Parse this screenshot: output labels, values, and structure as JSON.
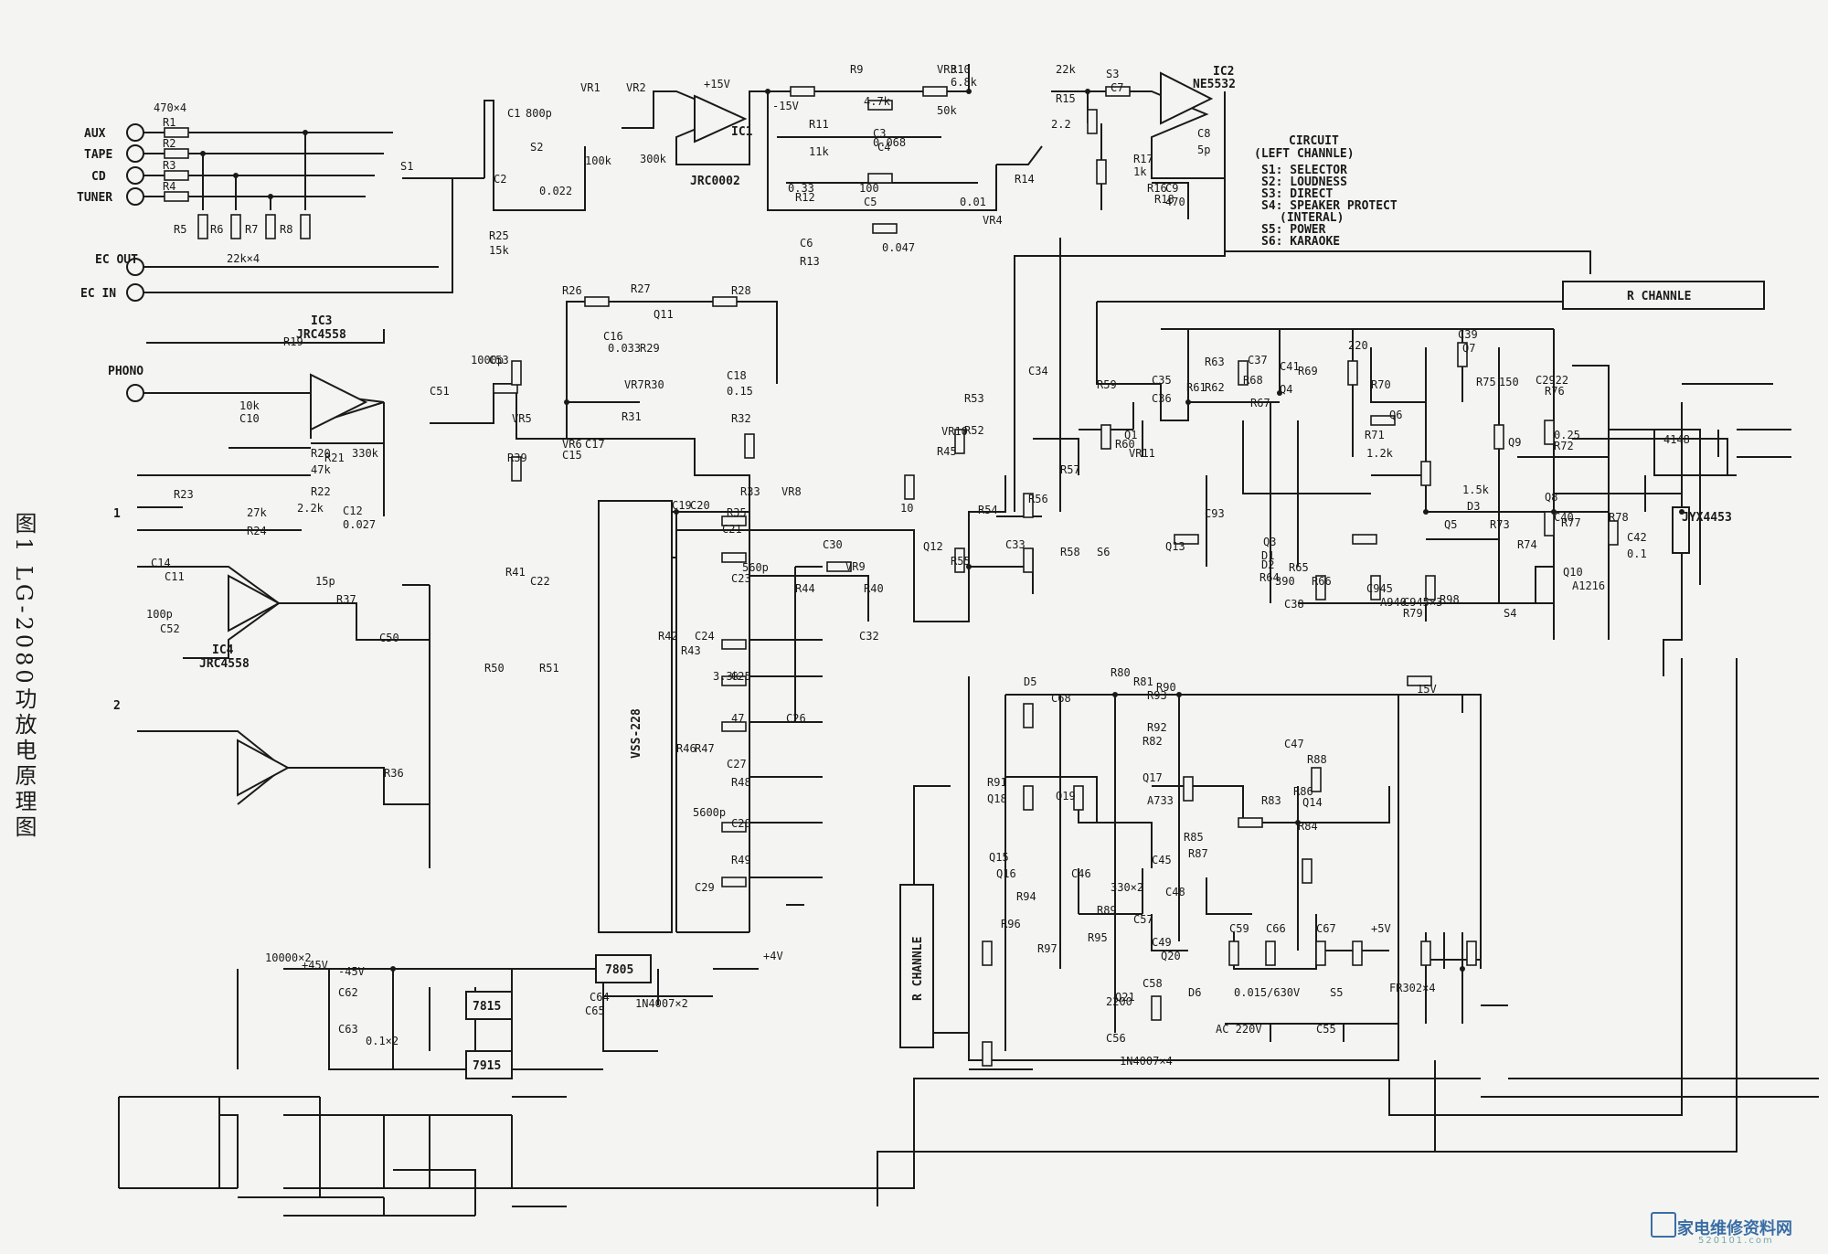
{
  "figure": {
    "caption": "图1 LG-2080功放电原理图",
    "legend_title": "CIRCUIT",
    "legend_subtitle": "(LEFT CHANNLE)",
    "legend_items": [
      "S1: SELECTOR",
      "S2: LOUDNESS",
      "S3: DIRECT",
      "S4: SPEAKER PROTECT",
      "(INTERAL)",
      "S5: POWER",
      "S6: KARAOKE"
    ]
  },
  "inputs": {
    "jacks": [
      "AUX",
      "TAPE",
      "CD",
      "TUNER",
      "EC OUT",
      "EC IN",
      "PHONO"
    ],
    "mic_inputs": [
      "1",
      "2"
    ]
  },
  "blocks": {
    "r_channel_top": "R CHANNLE",
    "r_channel_bottom": "R CHANNLE",
    "vss_chip": "VSS-228",
    "reg_pos": "7815",
    "reg_neg": "7915",
    "reg_5v": "7805",
    "relay": "JYX4453"
  },
  "ics": {
    "ic1": [
      "IC1",
      "JRC0002"
    ],
    "ic2": [
      "IC2",
      "NE5532"
    ],
    "ic3": [
      "IC3",
      "JRC4558"
    ],
    "ic4": [
      "IC4",
      "JRC4558"
    ]
  },
  "labels": [
    "470×4",
    "R1",
    "R2",
    "R3",
    "R4",
    "R5",
    "R6",
    "R7",
    "R8",
    "22k×4",
    "S1",
    "VR1",
    "VR2",
    "C1",
    "800p",
    "S2",
    "C2",
    "0.022",
    "100k",
    "300k",
    "R25",
    "15k",
    "+15V",
    "-15V",
    "R9",
    "4.7k",
    "VR3",
    "50k",
    "R10",
    "6.8k",
    "R11",
    "11k",
    "C3",
    "0.068",
    "C4",
    "0.33",
    "R12",
    "100",
    "C5",
    "0.01",
    "VR4",
    "R13",
    "C6",
    "0.047",
    "R14",
    "22k",
    "R15",
    "S3",
    "C7",
    "2.2",
    "R17",
    "1k",
    "R16",
    "R18",
    "470",
    "C8",
    "5p",
    "C9",
    "R19",
    "10k",
    "C10",
    "R20",
    "47k",
    "R21",
    "330k",
    "R22",
    "2.2k",
    "C12",
    "0.027",
    "R23",
    "27k",
    "R24",
    "C14",
    "C11",
    "100p",
    "C52",
    "15p",
    "R37",
    "C50",
    "R36",
    "C51",
    "1000p",
    "C53",
    "VR5",
    "R39",
    "VR6",
    "C15",
    "R26",
    "R27",
    "Q11",
    "R28",
    "C16",
    "0.033",
    "R29",
    "VR7",
    "R30",
    "R31",
    "C17",
    "C18",
    "0.15",
    "R32",
    "R33",
    "VR8",
    "C19",
    "C20",
    "R35",
    "C21",
    "560p",
    "C23",
    "R41",
    "C22",
    "R42",
    "C24",
    "R43",
    "3.3k",
    "C25",
    "47",
    "C26",
    "R46",
    "R47",
    "C27",
    "R48",
    "5600p",
    "C28",
    "R49",
    "C29",
    "R50",
    "R51",
    "C30",
    "VR9",
    "R40",
    "R44",
    "C32",
    "10",
    "R45",
    "VR10",
    "R52",
    "R53",
    "R54",
    "Q12",
    "R55",
    "C33",
    "R56",
    "R57",
    "R58",
    "S6",
    "C34",
    "R59",
    "R60",
    "C35",
    "C36",
    "Q1",
    "VR11",
    "R61",
    "R62",
    "R63",
    "C37",
    "R68",
    "R67",
    "C41",
    "Q4",
    "R69",
    "220",
    "R70",
    "R71",
    "1.2k",
    "Q6",
    "C39",
    "Q7",
    "R75",
    "150",
    "Q9",
    "C2922",
    "R76",
    "0.25",
    "R72",
    "1.5k",
    "D3",
    "Q5",
    "R73",
    "R74",
    "Q8",
    "C40",
    "R77",
    "R78",
    "C42",
    "0.1",
    "Q10",
    "A1216",
    "Q3",
    "D1",
    "D2",
    "R64",
    "390",
    "R65",
    "R66",
    "C38",
    "C945",
    "A940",
    "C945×3",
    "S4",
    "R98",
    "R79",
    "C93",
    "Q13",
    "4148",
    "15V",
    "D5",
    "C68",
    "R80",
    "R81",
    "R90",
    "R93",
    "R91",
    "Q18",
    "Q19",
    "R92",
    "R82",
    "Q17",
    "A733",
    "C47",
    "R88",
    "R86",
    "Q14",
    "R83",
    "R84",
    "Q15",
    "Q16",
    "R85",
    "R87",
    "C45",
    "C46",
    "330×2",
    "R89",
    "R94",
    "R95",
    "R96",
    "R97",
    "C48",
    "C49",
    "Q20",
    "Q21",
    "D6",
    "1N4007×4",
    "2200",
    "C56",
    "C57",
    "C58",
    "C59",
    "C66",
    "C67",
    "+5V",
    "0.015/630V",
    "S5",
    "AC 220V",
    "C55",
    "FR302×4",
    "10000×2",
    "+45V",
    "-45V",
    "C62",
    "C63",
    "0.1×2",
    "C64",
    "C65",
    "1N4007×2",
    "+4V"
  ],
  "watermark": {
    "title": "家电维修资料网",
    "url": "520101.com"
  }
}
